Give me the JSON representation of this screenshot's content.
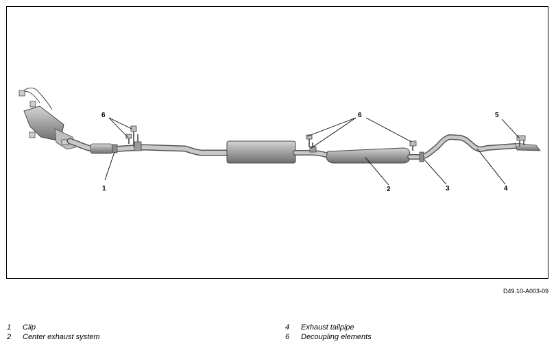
{
  "diagram": {
    "callouts": [
      "1",
      "2",
      "3",
      "4",
      "5",
      "6",
      "6"
    ],
    "doc_id": "D49.10-A003-09",
    "colors": {
      "pipe": "#b9b9b9",
      "pipe_dark": "#8a8a8a",
      "muffler": "#a8a8a8",
      "line": "#000000"
    }
  },
  "legend": [
    {
      "num": "1",
      "text": "Clip"
    },
    {
      "num": "2",
      "text": "Center exhaust system"
    },
    {
      "num": "4",
      "text": "Exhaust tailpipe"
    },
    {
      "num": "6",
      "text": "Decoupling elements"
    }
  ]
}
